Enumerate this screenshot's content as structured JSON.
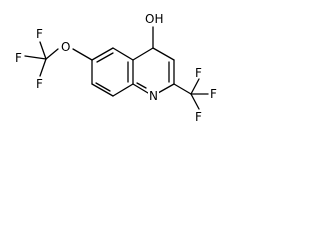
{
  "molecule": {
    "labels": {
      "hydroxyl": "OH",
      "ether_oxygen": "O",
      "ring_nitrogen": "N",
      "ocf3_f_top": "F",
      "ocf3_f_left": "F",
      "ocf3_f_bottom": "F",
      "cf3_f_top": "F",
      "cf3_f_right": "F",
      "cf3_f_bottom": "F"
    }
  }
}
